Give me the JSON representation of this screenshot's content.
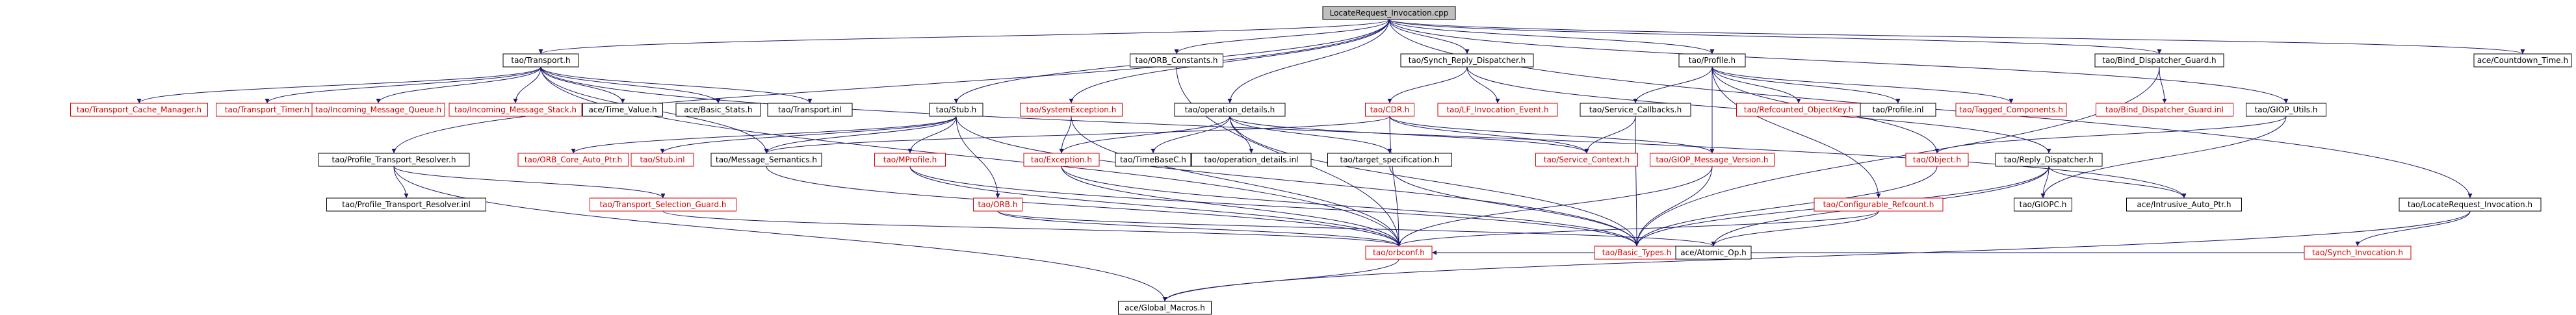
{
  "diagram": {
    "type": "include-dependency-graph",
    "root": "LocateRequest_Invocation.cpp",
    "colors": {
      "edge": "#191970",
      "undocumented": "#d40000",
      "root_fill": "#bfbfbf",
      "node_border": "#000000"
    },
    "nodes": [
      {
        "id": "root",
        "label": "LocateRequest_Invocation.cpp",
        "kind": "root"
      },
      {
        "id": "transport_h",
        "label": "tao/Transport.h"
      },
      {
        "id": "orb_constants",
        "label": "tao/ORB_Constants.h"
      },
      {
        "id": "synch_reply",
        "label": "tao/Synch_Reply_Dispatcher.h"
      },
      {
        "id": "profile_h",
        "label": "tao/Profile.h"
      },
      {
        "id": "bind_disp_guard",
        "label": "tao/Bind_Dispatcher_Guard.h"
      },
      {
        "id": "countdown",
        "label": "ace/Countdown_Time.h"
      },
      {
        "id": "tcm",
        "label": "tao/Transport_Cache_Manager.h",
        "kind": "undoc"
      },
      {
        "id": "transport_timer",
        "label": "tao/Transport_Timer.h",
        "kind": "undoc"
      },
      {
        "id": "imq",
        "label": "tao/Incoming_Message_Queue.h",
        "kind": "undoc"
      },
      {
        "id": "ims",
        "label": "tao/Incoming_Message_Stack.h",
        "kind": "undoc"
      },
      {
        "id": "time_value",
        "label": "ace/Time_Value.h"
      },
      {
        "id": "basic_stats",
        "label": "ace/Basic_Stats.h"
      },
      {
        "id": "transport_inl",
        "label": "tao/Transport.inl"
      },
      {
        "id": "stub_h",
        "label": "tao/Stub.h"
      },
      {
        "id": "system_exc",
        "label": "tao/SystemException.h",
        "kind": "undoc"
      },
      {
        "id": "op_details",
        "label": "tao/operation_details.h"
      },
      {
        "id": "cdr_h",
        "label": "tao/CDR.h",
        "kind": "undoc"
      },
      {
        "id": "lf_inv_event",
        "label": "tao/LF_Invocation_Event.h",
        "kind": "undoc"
      },
      {
        "id": "service_cb",
        "label": "tao/Service_Callbacks.h"
      },
      {
        "id": "refcounted_ok",
        "label": "tao/Refcounted_ObjectKey.h",
        "kind": "undoc"
      },
      {
        "id": "profile_inl",
        "label": "tao/Profile.inl"
      },
      {
        "id": "tagged_comp",
        "label": "tao/Tagged_Components.h",
        "kind": "undoc"
      },
      {
        "id": "bdg_inl",
        "label": "tao/Bind_Dispatcher_Guard.inl",
        "kind": "undoc"
      },
      {
        "id": "giop_utils",
        "label": "tao/GIOP_Utils.h"
      },
      {
        "id": "locreq_inv_h",
        "label": "tao/LocateRequest_Invocation.h"
      },
      {
        "id": "ptr_h",
        "label": "tao/Profile_Transport_Resolver.h"
      },
      {
        "id": "orb_core_auto",
        "label": "tao/ORB_Core_Auto_Ptr.h",
        "kind": "undoc"
      },
      {
        "id": "stub_inl",
        "label": "tao/Stub.inl",
        "kind": "undoc"
      },
      {
        "id": "msg_sem",
        "label": "tao/Message_Semantics.h"
      },
      {
        "id": "mprofile",
        "label": "tao/MProfile.h",
        "kind": "undoc"
      },
      {
        "id": "exception_h",
        "label": "tao/Exception.h",
        "kind": "undoc"
      },
      {
        "id": "timebasec",
        "label": "tao/TimeBaseC.h"
      },
      {
        "id": "op_details_inl",
        "label": "tao/operation_details.inl"
      },
      {
        "id": "target_spec",
        "label": "tao/target_specification.h"
      },
      {
        "id": "service_ctx",
        "label": "tao/Service_Context.h",
        "kind": "undoc"
      },
      {
        "id": "giop_mv",
        "label": "tao/GIOP_Message_Version.h",
        "kind": "undoc"
      },
      {
        "id": "object_h",
        "label": "tao/Object.h",
        "kind": "undoc"
      },
      {
        "id": "reply_disp",
        "label": "tao/Reply_Dispatcher.h"
      },
      {
        "id": "ptr_inl",
        "label": "tao/Profile_Transport_Resolver.inl"
      },
      {
        "id": "tsg",
        "label": "tao/Transport_Selection_Guard.h",
        "kind": "undoc"
      },
      {
        "id": "orb_h",
        "label": "tao/ORB.h",
        "kind": "undoc"
      },
      {
        "id": "basic_types",
        "label": "tao/Basic_Types.h",
        "kind": "undoc"
      },
      {
        "id": "configurable_rc",
        "label": "tao/Configurable_Refcount.h",
        "kind": "undoc"
      },
      {
        "id": "giopc",
        "label": "tao/GIOPC.h"
      },
      {
        "id": "intrusive_auto",
        "label": "ace/Intrusive_Auto_Ptr.h"
      },
      {
        "id": "synch_inv",
        "label": "tao/Synch_Invocation.h",
        "kind": "undoc"
      },
      {
        "id": "orbconf",
        "label": "tao/orbconf.h",
        "kind": "undoc"
      },
      {
        "id": "atomic_op",
        "label": "ace/Atomic_Op.h"
      },
      {
        "id": "global_macros",
        "label": "ace/Global_Macros.h"
      }
    ],
    "edges": [
      [
        "root",
        "transport_h"
      ],
      [
        "root",
        "orb_constants"
      ],
      [
        "root",
        "synch_reply"
      ],
      [
        "root",
        "profile_h"
      ],
      [
        "root",
        "bind_disp_guard"
      ],
      [
        "root",
        "countdown"
      ],
      [
        "root",
        "giop_utils"
      ],
      [
        "root",
        "locreq_inv_h"
      ],
      [
        "root",
        "stub_h"
      ],
      [
        "root",
        "system_exc"
      ],
      [
        "root",
        "op_details"
      ],
      [
        "root",
        "ptr_h"
      ],
      [
        "transport_h",
        "tcm"
      ],
      [
        "transport_h",
        "transport_timer"
      ],
      [
        "transport_h",
        "imq"
      ],
      [
        "transport_h",
        "ims"
      ],
      [
        "transport_h",
        "time_value"
      ],
      [
        "transport_h",
        "basic_stats"
      ],
      [
        "transport_h",
        "transport_inl"
      ],
      [
        "transport_h",
        "msg_sem"
      ],
      [
        "transport_h",
        "orbconf"
      ],
      [
        "transport_h",
        "intrusive_auto"
      ],
      [
        "orb_constants",
        "orbconf"
      ],
      [
        "synch_reply",
        "cdr_h"
      ],
      [
        "synch_reply",
        "lf_inv_event"
      ],
      [
        "synch_reply",
        "reply_disp"
      ],
      [
        "profile_h",
        "service_cb"
      ],
      [
        "profile_h",
        "refcounted_ok"
      ],
      [
        "profile_h",
        "profile_inl"
      ],
      [
        "profile_h",
        "tagged_comp"
      ],
      [
        "profile_h",
        "giop_mv"
      ],
      [
        "profile_h",
        "object_h"
      ],
      [
        "profile_h",
        "configurable_rc"
      ],
      [
        "bind_disp_guard",
        "bdg_inl"
      ],
      [
        "bind_disp_guard",
        "basic_types"
      ],
      [
        "giop_utils",
        "object_h"
      ],
      [
        "giop_utils",
        "giopc"
      ],
      [
        "locreq_inv_h",
        "synch_inv"
      ],
      [
        "locreq_inv_h",
        "global_macros"
      ],
      [
        "stub_h",
        "orb_core_auto"
      ],
      [
        "stub_h",
        "stub_inl"
      ],
      [
        "stub_h",
        "mprofile"
      ],
      [
        "stub_h",
        "orb_h"
      ],
      [
        "stub_h",
        "msg_sem"
      ],
      [
        "stub_h",
        "basic_types"
      ],
      [
        "system_exc",
        "exception_h"
      ],
      [
        "system_exc",
        "orbconf"
      ],
      [
        "op_details",
        "exception_h"
      ],
      [
        "op_details",
        "timebasec"
      ],
      [
        "op_details",
        "op_details_inl"
      ],
      [
        "op_details",
        "target_spec"
      ],
      [
        "op_details",
        "service_ctx"
      ],
      [
        "op_details",
        "basic_types"
      ],
      [
        "cdr_h",
        "service_ctx"
      ],
      [
        "cdr_h",
        "giop_mv"
      ],
      [
        "cdr_h",
        "orbconf"
      ],
      [
        "cdr_h",
        "msg_sem"
      ],
      [
        "service_cb",
        "service_ctx"
      ],
      [
        "service_cb",
        "basic_types"
      ],
      [
        "giop_mv",
        "orbconf"
      ],
      [
        "giop_mv",
        "basic_types"
      ],
      [
        "object_h",
        "basic_types"
      ],
      [
        "reply_disp",
        "basic_types"
      ],
      [
        "reply_disp",
        "giopc"
      ],
      [
        "reply_disp",
        "intrusive_auto"
      ],
      [
        "reply_disp",
        "atomic_op"
      ],
      [
        "configurable_rc",
        "atomic_op"
      ],
      [
        "configurable_rc",
        "orbconf"
      ],
      [
        "ptr_h",
        "ptr_inl"
      ],
      [
        "ptr_h",
        "tsg"
      ],
      [
        "ptr_h",
        "global_macros"
      ],
      [
        "tsg",
        "orbconf"
      ],
      [
        "mprofile",
        "orbconf"
      ],
      [
        "mprofile",
        "basic_types"
      ],
      [
        "exception_h",
        "orbconf"
      ],
      [
        "exception_h",
        "basic_types"
      ],
      [
        "orb_h",
        "orbconf"
      ],
      [
        "orb_h",
        "atomic_op"
      ],
      [
        "msg_sem",
        "orbconf"
      ],
      [
        "target_spec",
        "basic_types"
      ],
      [
        "synch_inv",
        "orbconf"
      ],
      [
        "orbconf",
        "global_macros"
      ]
    ]
  }
}
